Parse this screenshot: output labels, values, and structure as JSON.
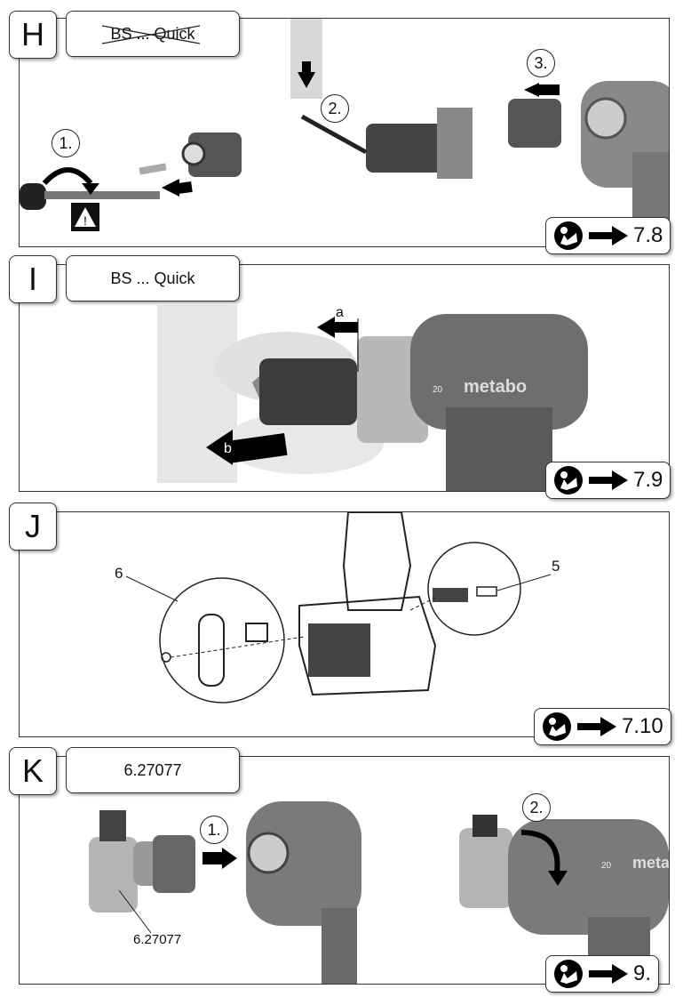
{
  "sections": {
    "h": {
      "letter": "H",
      "label": "BS ... Quick",
      "steps": [
        "1.",
        "2.",
        "3."
      ],
      "ref": "7.8"
    },
    "i": {
      "letter": "I",
      "label": "BS ... Quick",
      "parts": [
        "a",
        "b"
      ],
      "ref": "7.9",
      "brand": "metabo",
      "torque": "20"
    },
    "j": {
      "letter": "J",
      "parts": [
        "6",
        "5"
      ],
      "ref": "7.10"
    },
    "k": {
      "letter": "K",
      "label": "6.27077",
      "steps": [
        "1.",
        "2."
      ],
      "part": "6.27077",
      "ref": "9.",
      "brand": "metab",
      "torque": "20"
    }
  }
}
